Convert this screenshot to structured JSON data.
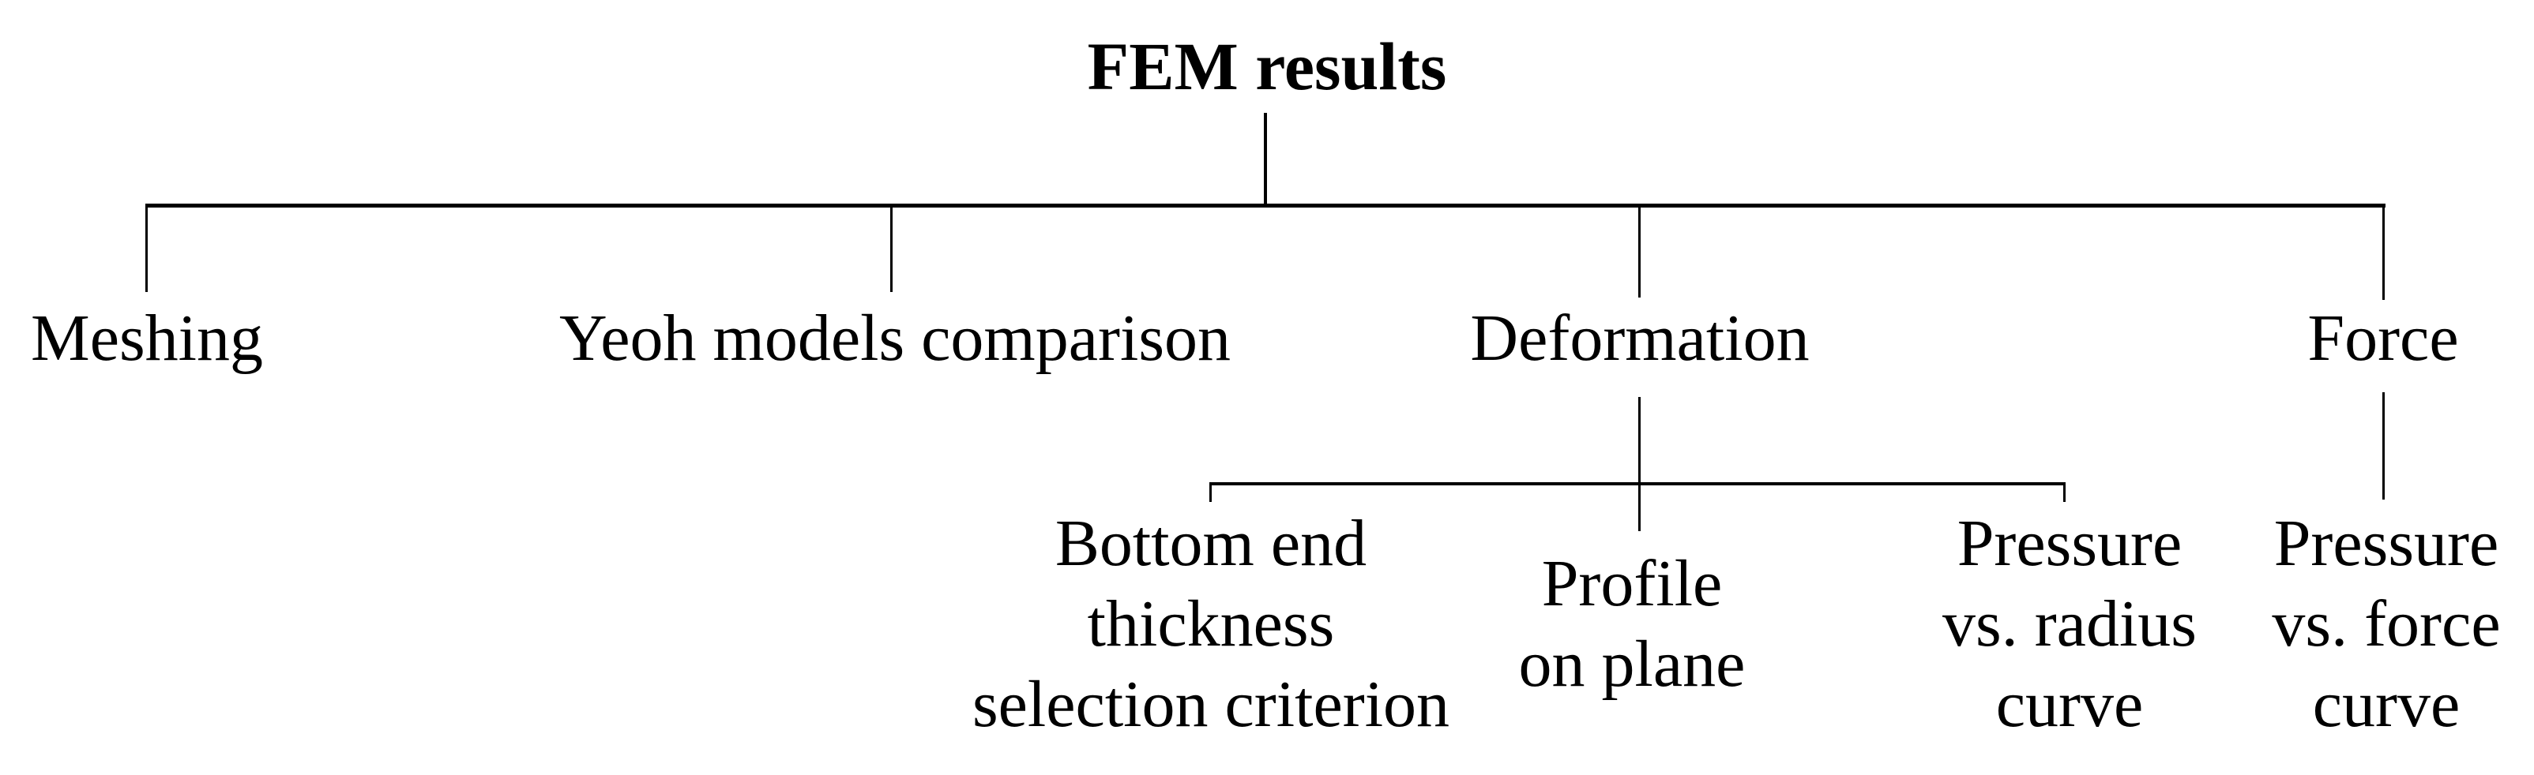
{
  "colors": {
    "background": "#ffffff",
    "line": "#000000",
    "text": "#000000"
  },
  "tree": {
    "root": {
      "label": "FEM results"
    },
    "children": [
      {
        "id": "meshing",
        "label": "Meshing",
        "children": []
      },
      {
        "id": "yeoh-models-comparison",
        "label": "Yeoh models comparison",
        "children": []
      },
      {
        "id": "deformation",
        "label": "Deformation",
        "children": [
          {
            "id": "bottom-end-thickness",
            "lines": [
              "Bottom end",
              "thickness",
              "selection criterion"
            ]
          },
          {
            "id": "profile-on-plane",
            "lines": [
              "Profile",
              "on plane"
            ]
          },
          {
            "id": "pressure-vs-radius",
            "lines": [
              "Pressure",
              "vs. radius",
              "curve"
            ]
          }
        ]
      },
      {
        "id": "force",
        "label": "Force",
        "children": [
          {
            "id": "pressure-vs-force",
            "lines": [
              "Pressure",
              "vs. force",
              "curve"
            ]
          }
        ]
      }
    ]
  }
}
